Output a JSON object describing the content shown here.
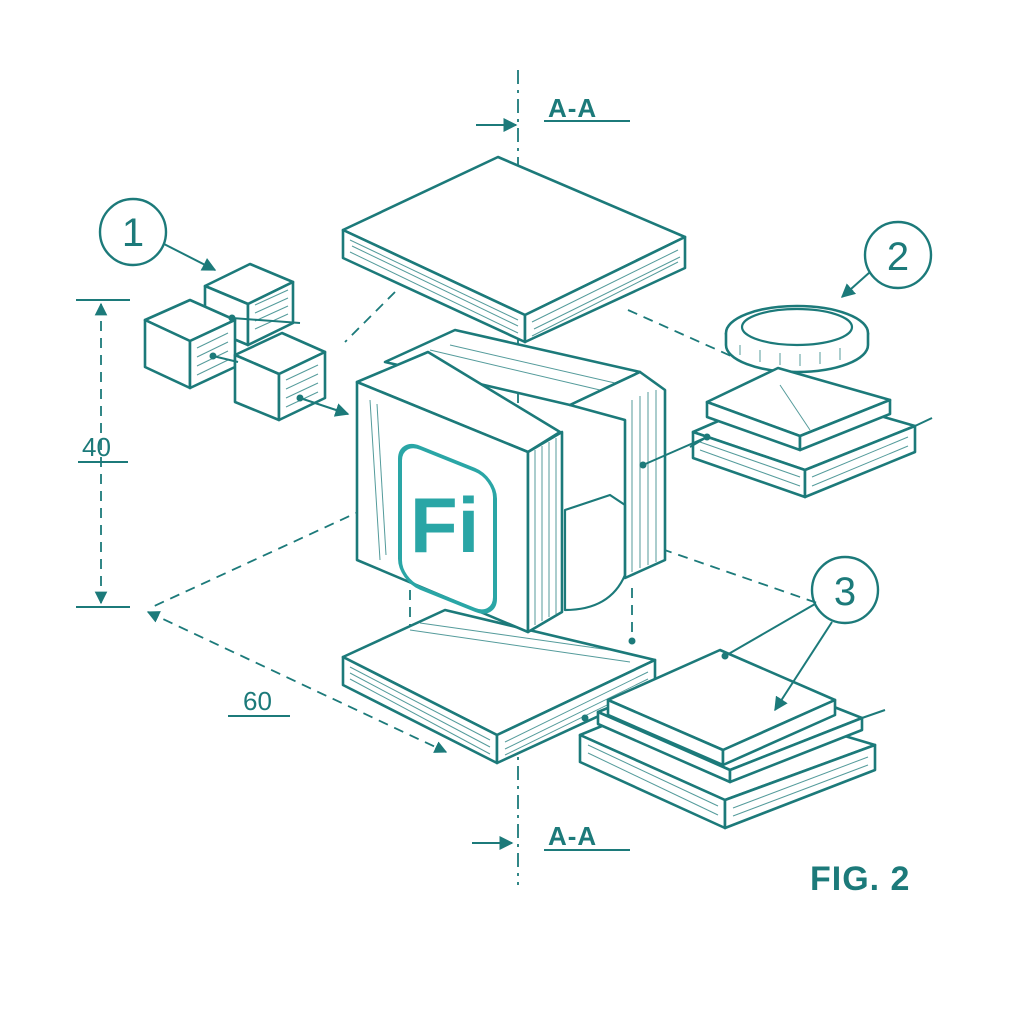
{
  "figure_label": "FIG. 2",
  "section_label_top": "A-A",
  "section_label_bottom": "A-A",
  "dimensions": {
    "height": "40",
    "width": "60"
  },
  "callouts": [
    "1",
    "2",
    "3"
  ],
  "logo_text": "Fi",
  "colors": {
    "line": "#1c7a7a",
    "logo": "#2aa6a6",
    "background": "#ffffff"
  }
}
